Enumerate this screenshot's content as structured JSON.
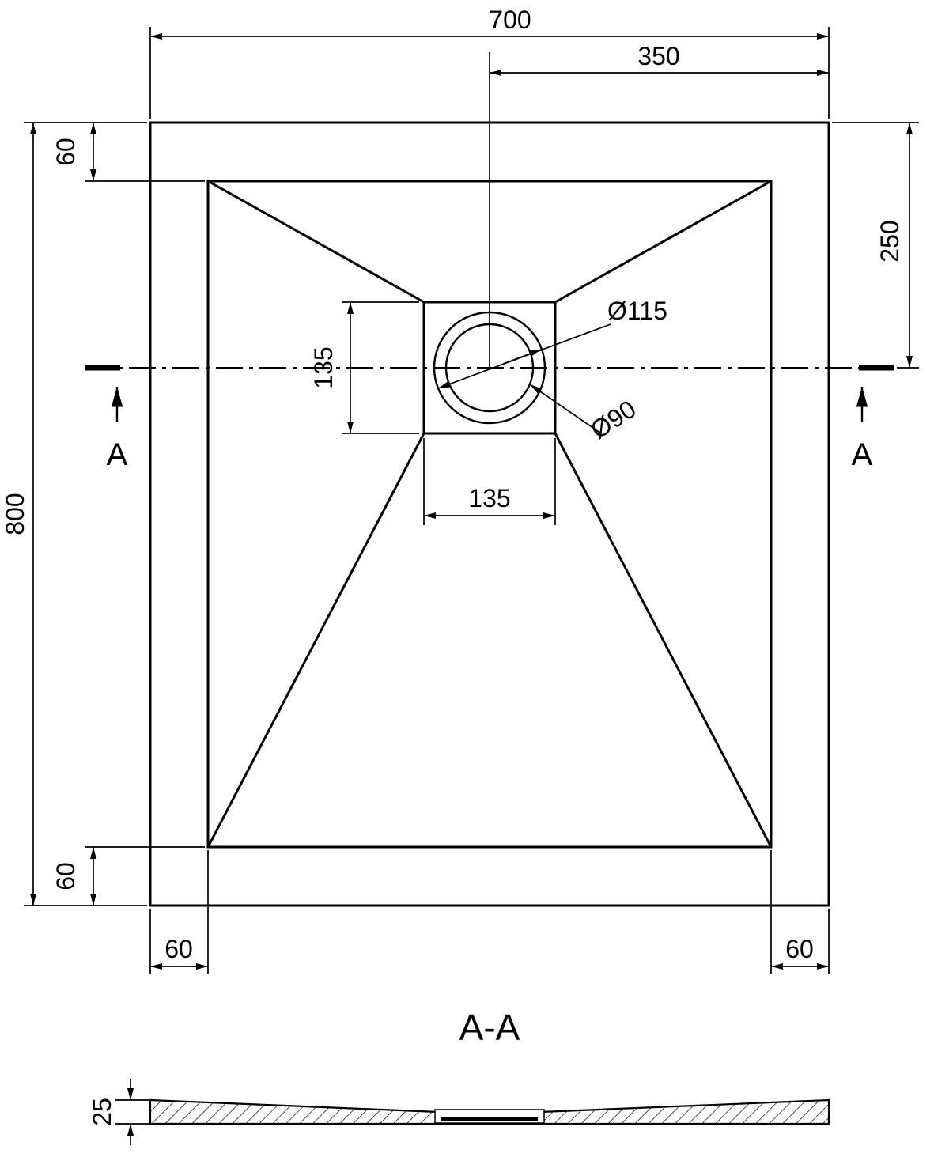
{
  "drawing": {
    "section_title": "A-A",
    "labels": {
      "overall_width": "700",
      "center_to_edge": "350",
      "top_inset": "60",
      "drain_from_top": "250",
      "drain_square_h": "135",
      "drain_square_w": "135",
      "outer_dia": "Ø115",
      "inner_dia": "Ø90",
      "overall_height": "800",
      "bottom_inset": "60",
      "bottom_margin_left": "60",
      "bottom_margin_right": "60",
      "cut_left": "A",
      "cut_right": "A",
      "thickness": "25"
    },
    "colors": {
      "ink": "#000000",
      "paper": "#ffffff"
    }
  }
}
